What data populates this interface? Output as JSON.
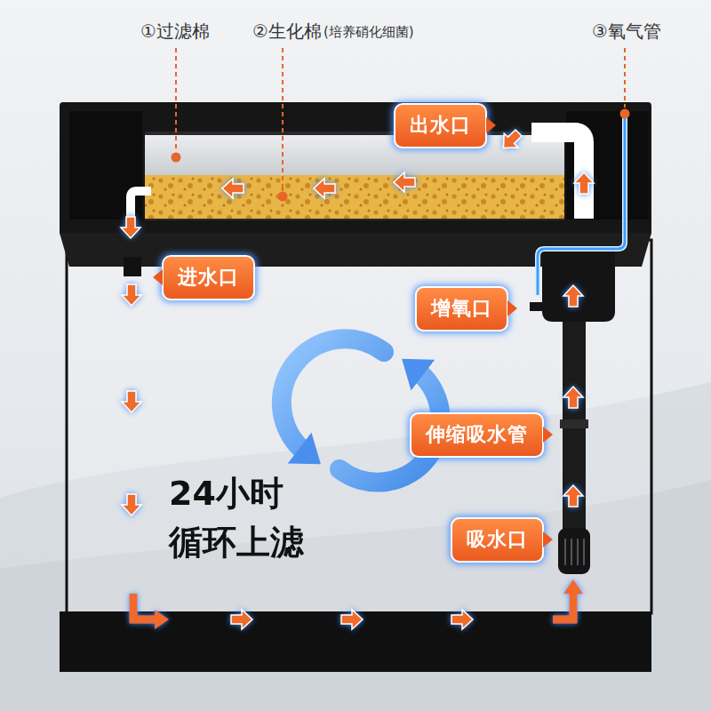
{
  "diagram": {
    "nodes": [
      {
        "text": [
          "出水口"
        ]
      },
      {
        "text": [
          "进水口"
        ]
      },
      {
        "text": [
          "增氧口"
        ]
      },
      {
        "text": [
          "伸缩吸水管"
        ]
      },
      {
        "text": [
          "吸水口"
        ]
      }
    ],
    "labels": [
      "①过滤棉",
      "②生化棉",
      "(培养硝化细菌)",
      "③氧气管",
      "24小时 循环上滤"
    ]
  }
}
